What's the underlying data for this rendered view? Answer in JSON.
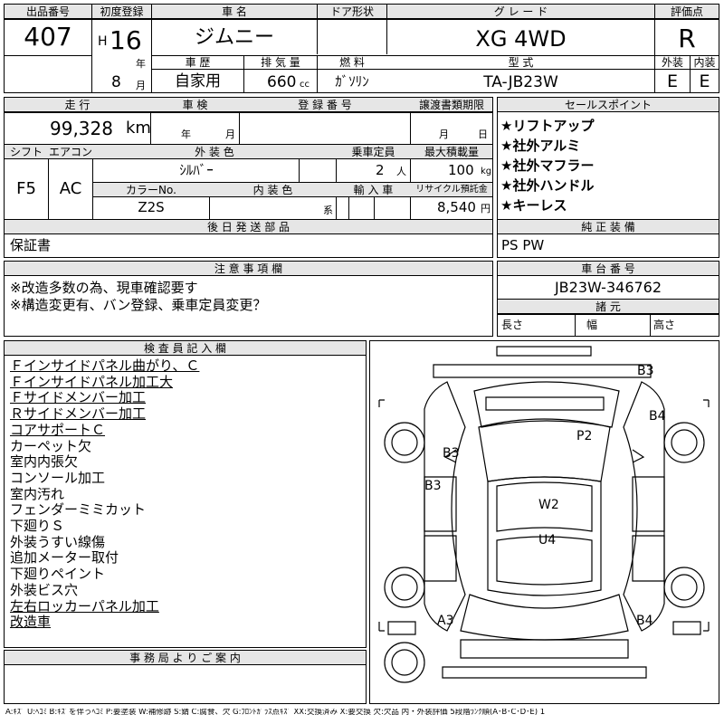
{
  "header": {
    "lot_label": "出品番号",
    "lot_value": "407",
    "reg_label": "初度登録",
    "reg_era": "H",
    "reg_year": "16",
    "reg_year_unit": "年",
    "reg_month": "8",
    "reg_month_unit": "月",
    "name_label": "車 名",
    "name_value": "ジムニー",
    "door_label": "ドア形状",
    "door_value": "",
    "grade_label": "グ レ ー ド",
    "grade_value": "XG 4WD",
    "score_label": "評価点",
    "score_value": "R",
    "history_label": "車 歴",
    "history_value": "自家用",
    "disp_label": "排 気 量",
    "disp_value": "660",
    "disp_unit": "cc",
    "fuel_label": "燃 料",
    "fuel_value": "ｶﾞｿﾘﾝ",
    "model_label": "型 式",
    "model_value": "TA-JB23W",
    "ext_label": "外装",
    "ext_value": "E",
    "int_label": "内装",
    "int_value": "E"
  },
  "row2": {
    "mileage_label": "走 行",
    "mileage_value": "99,328",
    "mileage_unit": "km",
    "inspect_label": "車 検",
    "inspect_year": "年",
    "inspect_month": "月",
    "plate_label": "登 録 番 号",
    "plate_value": "",
    "doc_label": "譲渡書類期限",
    "doc_month": "月",
    "doc_day": "日",
    "shift_label": "シフト",
    "shift_value": "F5",
    "ac_label": "エアコン",
    "ac_value": "AC",
    "color_label": "外 装 色",
    "color_value": "ｼﾙﾊﾞｰ",
    "cap_label": "乗車定員",
    "cap_value": "2",
    "cap_unit": "人",
    "load_label": "最大積載量",
    "load_value": "100",
    "load_unit": "kg",
    "colorno_label": "カラーNo.",
    "colorno_value": "Z2S",
    "intcolor_label": "内 装 色",
    "intcolor_unit": "系",
    "import_label": "輸 入 車",
    "recycle_label": "リサイクル預託金",
    "recycle_value": "8,540",
    "recycle_unit": "円"
  },
  "sales": {
    "label": "セールスポイント",
    "points": [
      "★リフトアップ",
      "★社外アルミ",
      "★社外マフラー",
      "★社外ハンドル",
      "★キーレス"
    ]
  },
  "parts": {
    "label": "後 日 発 送 部 品",
    "value": "保証書"
  },
  "equip": {
    "label": "純 正 装 備",
    "value": "PS PW"
  },
  "caution": {
    "label": "注 意 事 項 欄",
    "lines": [
      "※改造多数の為、現車確認要す",
      "※構造変更有、バン登録、乗車定員変更？"
    ]
  },
  "chassis": {
    "label": "車 台 番 号",
    "value": "JB23W-346762"
  },
  "dims": {
    "label": "諸 元",
    "length": "長さ",
    "width": "幅",
    "height": "高さ"
  },
  "inspector": {
    "label": "検 査 員 記 入 欄",
    "underlined": [
      "Ｆインサイドパネル曲がり、Ｃ",
      "Ｆインサイドパネル加工大",
      "Ｆサイドメンバー加工",
      "Ｒサイドメンバー加工",
      "コアサポートＣ"
    ],
    "lines": [
      "カーペット欠",
      "室内内張欠",
      "コンソール加工",
      "室内汚れ",
      "フェンダーミミカット",
      "下廻りＳ",
      "外装うすい線傷",
      "追加メーター取付",
      "下廻りペイント",
      "外装ビス穴"
    ],
    "more_underlined": [
      "左右ロッカーパネル加工",
      "改造車"
    ]
  },
  "office": {
    "label": "事 務 局 よ り ご 案 内"
  },
  "diagram": {
    "marks": {
      "b3_top": "B3",
      "b4_right": "B4",
      "p2": "P2",
      "b3_left": "B3",
      "b3_left2": "B3",
      "w2": "W2",
      "u4": "U4",
      "a3": "A3",
      "b4_bottom": "B4"
    }
  },
  "legend": "A:ｷｽﾞ U:ﾍｺﾐ B:ｷｽﾞを伴うﾍｺﾐ P:要塗装 W:補修跡 S:錆 C:腐食、欠 G:ﾌﾛﾝﾄｶﾞﾗｽ点ｷｽﾞ XX:交換済み X:要交換 欠:欠品 内・外装評価 5段階ﾗﾝｸ順(A･B･C･D･E) 1"
}
